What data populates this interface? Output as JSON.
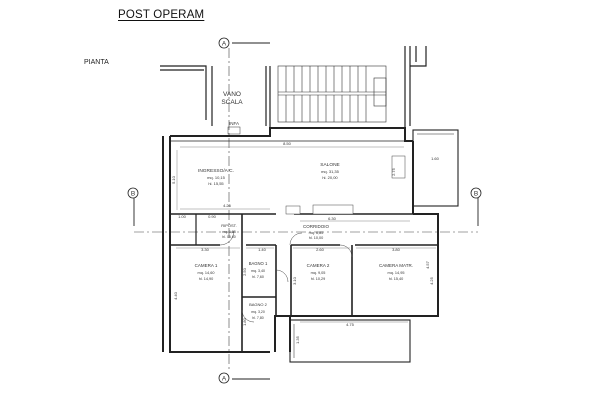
{
  "title": "POST OPERAM",
  "subtitle": "PIANTA",
  "section_markers": {
    "a": "A",
    "b": "B"
  },
  "stair": {
    "label_line1": "VANO",
    "label_line2": "SCALA",
    "small_label": "INFA"
  },
  "rooms": {
    "ingresso": {
      "name": "INGRESSO/A.C.",
      "mq": "mq. 10,15",
      "hp": "hl. 15,55"
    },
    "salone": {
      "name": "SALONE",
      "mq": "mq. 31,35",
      "hp": "hl. 20,00"
    },
    "corridoio": {
      "name": "CORRIDOIO",
      "mq": "mq. 6,85",
      "hp": "hl. 10,00"
    },
    "ripost": {
      "name": "RIPOST.",
      "mq": "mq. 1,85",
      "hp": "hl. 05,00"
    },
    "camera1": {
      "name": "CAMERA 1",
      "mq": "mq. 14,60",
      "hp": "hl. 14,90"
    },
    "bagno1": {
      "name": "BAGNO 1",
      "mq": "mq. 3,40",
      "hp": "hl. 7,60"
    },
    "camera2": {
      "name": "CAMERA 2",
      "mq": "mq. 9,05",
      "hp": "hl. 10,29"
    },
    "camera_matr": {
      "name": "CAMERA MATR.",
      "mq": "mq. 14,95",
      "hp": "hl. 15,40"
    },
    "bagno2": {
      "name": "BAGNO 2",
      "mq": "mq. 3,20",
      "hp": "hl. 7,80"
    }
  },
  "dimensions": {
    "d_salone_width": "8.50",
    "d_ingresso_h": "5.10",
    "d_salone_h": "2.75",
    "d_balcony_w": "1.60",
    "d_ingresso_w": "4.25",
    "d_corr_len": "6.30",
    "d_cam1_w": "3.30",
    "d_bagno1_w": "1.40",
    "d_cam2_w": "2.60",
    "d_matr_w": "3.80",
    "d_small1": "1.00",
    "d_small2": "0.90",
    "d_cam1_h": "4.40",
    "d_bagno1_h": "2.50",
    "d_bagno2_h": "1.80",
    "d_cam2_h": "3.10",
    "d_matr_h": "4.25",
    "d_right_h": "4.57",
    "d_bottom_bal": "4.75",
    "d_bottom_h": "1.35"
  }
}
